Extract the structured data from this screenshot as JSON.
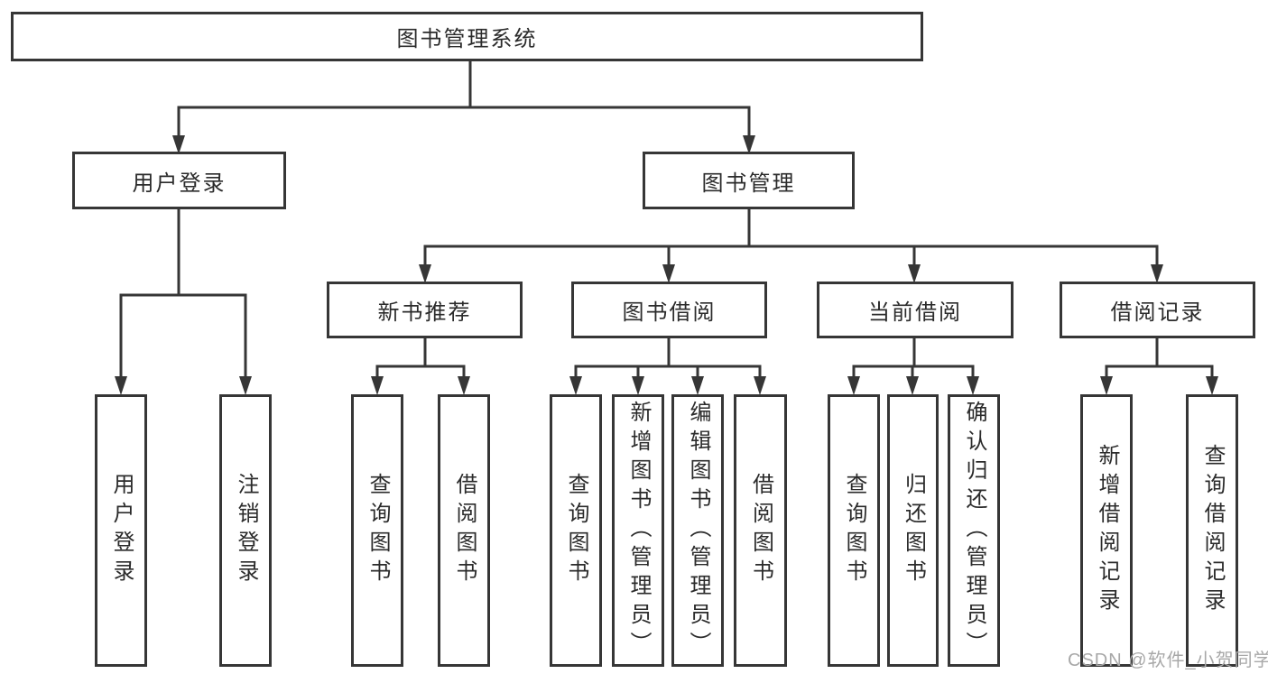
{
  "colors": {
    "line": "#363636",
    "text": "#2b2b2b",
    "node-bg": "#ffffff",
    "watermark": "#a8a8a8",
    "background": "#ffffff"
  },
  "watermark": {
    "text": "CSDN @软件_小贺同学"
  },
  "tree": {
    "root": {
      "label": "图书管理系统"
    },
    "branches": [
      {
        "label": "用户登录",
        "children": [
          {
            "label": "用户登录"
          },
          {
            "label": "注销登录"
          }
        ]
      },
      {
        "label": "图书管理",
        "children": [
          {
            "label": "新书推荐",
            "children": [
              {
                "label": "查询图书"
              },
              {
                "label": "借阅图书"
              }
            ]
          },
          {
            "label": "图书借阅",
            "children": [
              {
                "label": "查询图书"
              },
              {
                "label": "新增图书（管理员）"
              },
              {
                "label": "编辑图书（管理员）"
              },
              {
                "label": "借阅图书"
              }
            ]
          },
          {
            "label": "当前借阅",
            "children": [
              {
                "label": "查询图书"
              },
              {
                "label": "归还图书"
              },
              {
                "label": "确认归还（管理员）"
              }
            ]
          },
          {
            "label": "借阅记录",
            "children": [
              {
                "label": "新增借阅记录"
              },
              {
                "label": "查询借阅记录"
              }
            ]
          }
        ]
      }
    ]
  }
}
